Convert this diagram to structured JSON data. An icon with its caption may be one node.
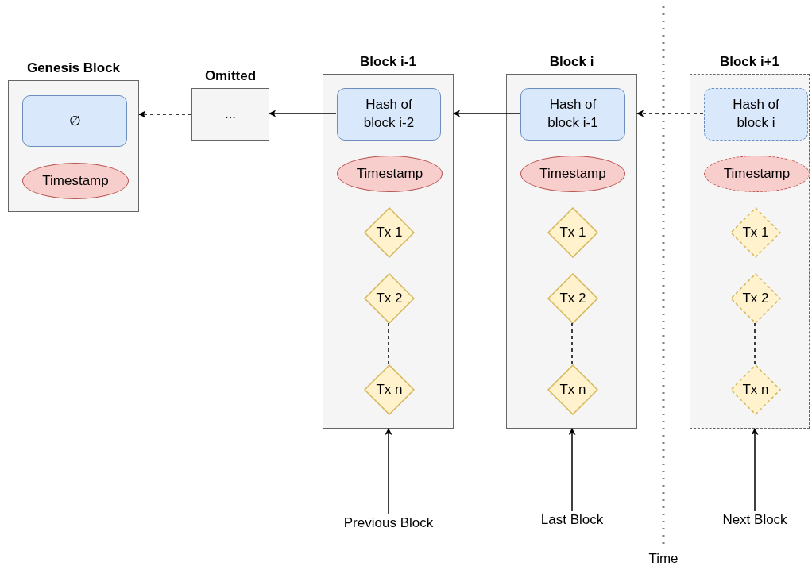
{
  "diagram": {
    "nodes": [
      {
        "text": [
          "Genesis Block"
        ]
      },
      {
        "text": [
          "∅"
        ],
        "in": 0
      },
      {
        "text": [
          "Timestamp"
        ],
        "in": 0
      },
      {
        "text": [
          "Omitted",
          "..."
        ]
      },
      {
        "text": [
          "Block i-1"
        ]
      },
      {
        "text": [
          "Hash of block i-2"
        ],
        "in": 4
      },
      {
        "text": [
          "Timestamp"
        ],
        "in": 4
      },
      {
        "text": [
          "Tx 1"
        ],
        "in": 4
      },
      {
        "text": [
          "Tx 2"
        ],
        "in": 4
      },
      {
        "text": [
          "Tx n"
        ],
        "in": 4
      },
      {
        "text": [
          "Block i"
        ]
      },
      {
        "text": [
          "Hash of block i-1"
        ],
        "in": 10
      },
      {
        "text": [
          "Timestamp"
        ],
        "in": 10
      },
      {
        "text": [
          "Tx 1"
        ],
        "in": 10
      },
      {
        "text": [
          "Tx 2"
        ],
        "in": 10
      },
      {
        "text": [
          "Tx n"
        ],
        "in": 10
      },
      {
        "text": [
          "Block i+1"
        ]
      },
      {
        "text": [
          "Hash of block i"
        ],
        "in": 16
      },
      {
        "text": [
          "Timestamp"
        ],
        "in": 16
      },
      {
        "text": [
          "Tx 1"
        ],
        "in": 16
      },
      {
        "text": [
          "Tx 2"
        ],
        "in": 16
      },
      {
        "text": [
          "Tx n"
        ],
        "in": 16
      },
      {
        "text": [
          "Previous Block"
        ]
      },
      {
        "text": [
          "Last Block"
        ]
      },
      {
        "text": [
          "Next Block"
        ]
      }
    ],
    "edges": [
      {
        "from": 11,
        "to": 4,
        "arrow": "to"
      },
      {
        "from": 5,
        "to": 3,
        "arrow": "to"
      },
      {
        "from": 3,
        "to": 0,
        "arrow": "to",
        "style": "dashed"
      },
      {
        "from": 17,
        "to": 10,
        "arrow": "to",
        "style": "dashed"
      },
      {
        "from": 22,
        "to": 4,
        "arrow": "to"
      },
      {
        "from": 23,
        "to": 10,
        "arrow": "to"
      },
      {
        "from": 24,
        "to": 16,
        "arrow": "to"
      },
      {
        "from": 8,
        "to": 9,
        "arrow": "none",
        "style": "dashed"
      },
      {
        "from": 14,
        "to": 15,
        "arrow": "none",
        "style": "dashed"
      },
      {
        "from": 20,
        "to": 21,
        "arrow": "none",
        "style": "dashed"
      }
    ],
    "labels": [
      "Time"
    ]
  }
}
